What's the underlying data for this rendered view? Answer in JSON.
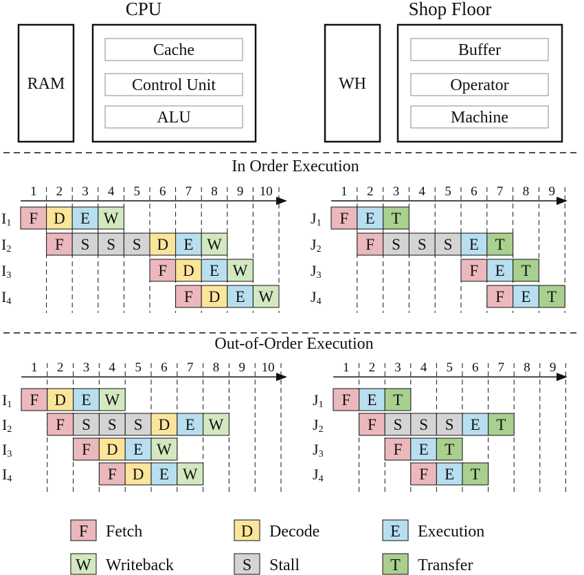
{
  "architecture": {
    "cpu": {
      "title": "CPU",
      "memory": "RAM",
      "components": [
        "Cache",
        "Control Unit",
        "ALU"
      ]
    },
    "shop_floor": {
      "title": "Shop Floor",
      "memory": "WH",
      "components": [
        "Buffer",
        "Operator",
        "Machine"
      ]
    }
  },
  "sections": [
    {
      "title": "In Order Execution",
      "panels": [
        {
          "id": "in-order-cpu",
          "ticks": [
            "1",
            "2",
            "3",
            "4",
            "5",
            "6",
            "7",
            "8",
            "9",
            "10"
          ],
          "rows": [
            {
              "letter": "I",
              "sub": "1",
              "start": 0,
              "stages": [
                "F",
                "D",
                "E",
                "W"
              ]
            },
            {
              "letter": "I",
              "sub": "2",
              "start": 1,
              "stages": [
                "F",
                "S",
                "S",
                "S",
                "D",
                "E",
                "W"
              ]
            },
            {
              "letter": "I",
              "sub": "3",
              "start": 5,
              "stages": [
                "F",
                "D",
                "E",
                "W"
              ]
            },
            {
              "letter": "I",
              "sub": "4",
              "start": 6,
              "stages": [
                "F",
                "D",
                "E",
                "W"
              ]
            }
          ]
        },
        {
          "id": "in-order-shop",
          "ticks": [
            "1",
            "2",
            "3",
            "4",
            "5",
            "6",
            "7",
            "8",
            "9"
          ],
          "rows": [
            {
              "letter": "J",
              "sub": "1",
              "start": 0,
              "stages": [
                "F",
                "E",
                "T"
              ]
            },
            {
              "letter": "J",
              "sub": "2",
              "start": 1,
              "stages": [
                "F",
                "S",
                "S",
                "S",
                "E",
                "T"
              ]
            },
            {
              "letter": "J",
              "sub": "3",
              "start": 5,
              "stages": [
                "F",
                "E",
                "T"
              ]
            },
            {
              "letter": "J",
              "sub": "4",
              "start": 6,
              "stages": [
                "F",
                "E",
                "T"
              ]
            }
          ]
        }
      ]
    },
    {
      "title": "Out-of-Order Execution",
      "panels": [
        {
          "id": "ooo-cpu",
          "ticks": [
            "1",
            "2",
            "3",
            "4",
            "5",
            "6",
            "7",
            "8",
            "9",
            "10"
          ],
          "rows": [
            {
              "letter": "I",
              "sub": "1",
              "start": 0,
              "stages": [
                "F",
                "D",
                "E",
                "W"
              ]
            },
            {
              "letter": "I",
              "sub": "2",
              "start": 1,
              "stages": [
                "F",
                "S",
                "S",
                "S",
                "D",
                "E",
                "W"
              ]
            },
            {
              "letter": "I",
              "sub": "3",
              "start": 2,
              "stages": [
                "F",
                "D",
                "E",
                "W"
              ]
            },
            {
              "letter": "I",
              "sub": "4",
              "start": 3,
              "stages": [
                "F",
                "D",
                "E",
                "W"
              ]
            }
          ]
        },
        {
          "id": "ooo-shop",
          "ticks": [
            "1",
            "2",
            "3",
            "4",
            "5",
            "6",
            "7",
            "8",
            "9"
          ],
          "rows": [
            {
              "letter": "J",
              "sub": "1",
              "start": 0,
              "stages": [
                "F",
                "E",
                "T"
              ]
            },
            {
              "letter": "J",
              "sub": "2",
              "start": 1,
              "stages": [
                "F",
                "S",
                "S",
                "S",
                "E",
                "T"
              ]
            },
            {
              "letter": "J",
              "sub": "3",
              "start": 2,
              "stages": [
                "F",
                "E",
                "T"
              ]
            },
            {
              "letter": "J",
              "sub": "4",
              "start": 3,
              "stages": [
                "F",
                "E",
                "T"
              ]
            }
          ]
        }
      ]
    }
  ],
  "stage_colors": {
    "F": "#ebb8bd",
    "D": "#fbe59a",
    "E": "#b8dff0",
    "W": "#d3e8c0",
    "S": "#d4d4d4",
    "T": "#a9d08e"
  },
  "legend": [
    {
      "code": "F",
      "label": "Fetch"
    },
    {
      "code": "D",
      "label": "Decode"
    },
    {
      "code": "E",
      "label": "Execution"
    },
    {
      "code": "W",
      "label": "Writeback"
    },
    {
      "code": "S",
      "label": "Stall"
    },
    {
      "code": "T",
      "label": "Transfer"
    }
  ]
}
